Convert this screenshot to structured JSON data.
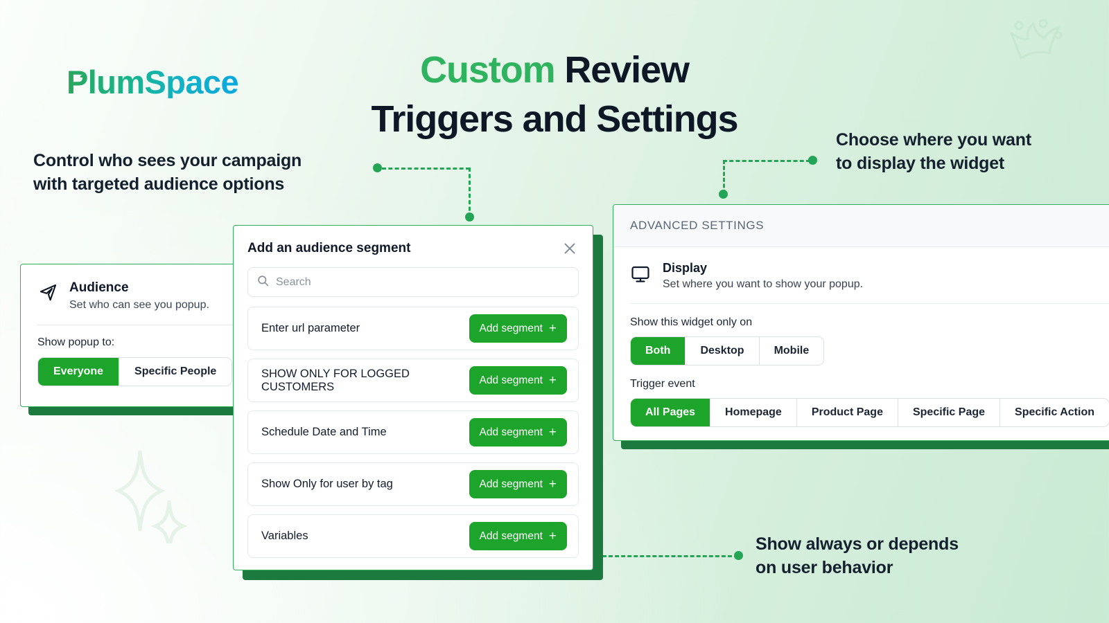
{
  "brand": {
    "name": "PlumSpace",
    "logo_icon": "leaf-rocket-icon",
    "gradient_start": "#2aa65c",
    "gradient_end": "#09a8e0"
  },
  "headline": {
    "accent_word": "Custom",
    "rest_line1": "Review",
    "line2": "Triggers and Settings",
    "accent_color": "#2fb35f",
    "text_color": "#0e1726"
  },
  "annotations": {
    "left": "Control who sees your campaign\nwith targeted audience options",
    "right": "Choose where you want\nto display the widget",
    "bottom": "Show always or depends\non user behavior",
    "connector_color": "#24a555"
  },
  "audience_card": {
    "icon": "navigation-arrow-icon",
    "title": "Audience",
    "subtitle": "Set who can see you popup.",
    "field_label": "Show popup to:",
    "options": [
      {
        "label": "Everyone",
        "active": true
      },
      {
        "label": "Specific People",
        "active": false
      }
    ]
  },
  "modal": {
    "title": "Add an audience segment",
    "close_icon": "close-icon",
    "search": {
      "icon": "search-icon",
      "placeholder": "Search",
      "value": ""
    },
    "rows": [
      {
        "label": "Enter url parameter",
        "button": "Add segment"
      },
      {
        "label": "SHOW ONLY FOR LOGGED CUSTOMERS",
        "button": "Add segment"
      },
      {
        "label": "Schedule Date and Time",
        "button": "Add segment"
      },
      {
        "label": "Show Only for user by tag",
        "button": "Add segment"
      },
      {
        "label": "Variables",
        "button": "Add segment"
      }
    ]
  },
  "advanced": {
    "header": "ADVANCED SETTINGS",
    "display": {
      "icon": "monitor-icon",
      "title": "Display",
      "subtitle": "Set where you want to show your popup."
    },
    "widget_label": "Show this widget only on",
    "widget_options": [
      {
        "label": "Both",
        "active": true
      },
      {
        "label": "Desktop",
        "active": false
      },
      {
        "label": "Mobile",
        "active": false
      }
    ],
    "trigger_label": "Trigger event",
    "trigger_options": [
      {
        "label": "All Pages",
        "active": true
      },
      {
        "label": "Homepage",
        "active": false
      },
      {
        "label": "Product Page",
        "active": false
      },
      {
        "label": "Specific Page",
        "active": false
      },
      {
        "label": "Specific Action",
        "active": false
      }
    ]
  },
  "theme": {
    "primary_green": "#1da42b",
    "card_border": "#2fae5c",
    "card_shadow": "#1d7a3e"
  }
}
